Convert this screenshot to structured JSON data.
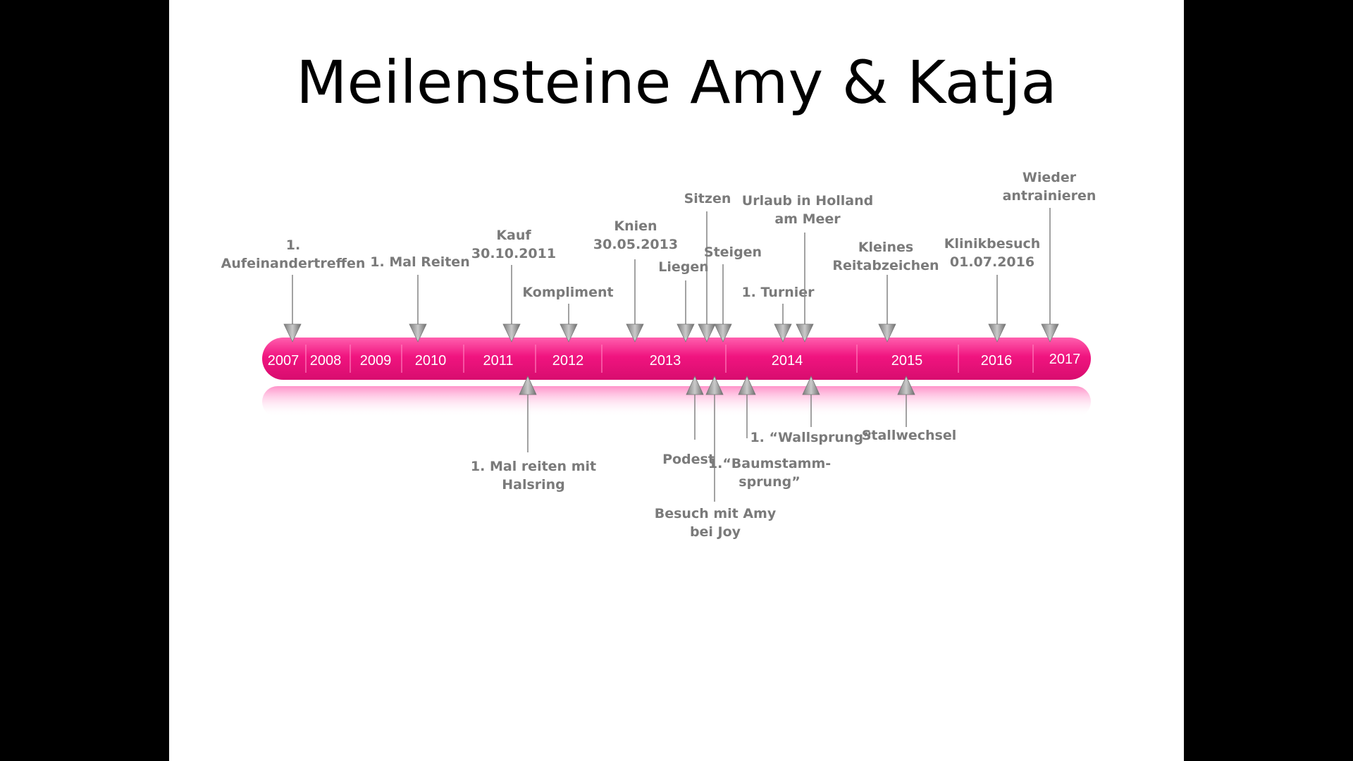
{
  "title": "Meilensteine Amy & Katja",
  "colors": {
    "bar": "#f0147f",
    "bar_light": "#ff6ab2",
    "year_text": "#ffffff",
    "label_text": "#7a7a7a",
    "arrow_fill": "#9a9a9a"
  },
  "years": [
    "2007",
    "2008",
    "2009",
    "2010",
    "2011",
    "2012",
    "2013",
    "2014",
    "2015",
    "2016",
    "2017"
  ],
  "milestones_above": [
    {
      "id": "aufeinandertreffen",
      "lines": [
        "1.",
        "Aufeinandertreffen"
      ]
    },
    {
      "id": "mal-reiten",
      "lines": [
        "1. Mal Reiten"
      ]
    },
    {
      "id": "kauf",
      "lines": [
        "Kauf",
        "30.10.2011"
      ]
    },
    {
      "id": "kompliment",
      "lines": [
        "Kompliment"
      ]
    },
    {
      "id": "knien",
      "lines": [
        "Knien",
        "30.05.2013"
      ]
    },
    {
      "id": "liegen",
      "lines": [
        "Liegen"
      ]
    },
    {
      "id": "sitzen",
      "lines": [
        "Sitzen"
      ]
    },
    {
      "id": "steigen",
      "lines": [
        "Steigen"
      ]
    },
    {
      "id": "turnier",
      "lines": [
        "1. Turnier"
      ]
    },
    {
      "id": "urlaub",
      "lines": [
        "Urlaub in Holland",
        "am Meer"
      ]
    },
    {
      "id": "reitabzeichen",
      "lines": [
        "Kleines",
        "Reitabzeichen"
      ]
    },
    {
      "id": "klinikbesuch",
      "lines": [
        "Klinikbesuch",
        "01.07.2016"
      ]
    },
    {
      "id": "antrainieren",
      "lines": [
        "Wieder",
        "antrainieren"
      ]
    }
  ],
  "milestones_below": [
    {
      "id": "halsring",
      "lines": [
        "1. Mal reiten mit",
        "Halsring"
      ]
    },
    {
      "id": "podest",
      "lines": [
        "Podest"
      ]
    },
    {
      "id": "besuch",
      "lines": [
        "Besuch mit Amy",
        "bei Joy"
      ]
    },
    {
      "id": "baumstamm",
      "lines": [
        "1.“Baumstamm-",
        "sprung”"
      ]
    },
    {
      "id": "wallsprung",
      "lines": [
        "1. “Wallsprung”"
      ]
    },
    {
      "id": "stallwechsel",
      "lines": [
        "Stallwechsel"
      ]
    }
  ]
}
